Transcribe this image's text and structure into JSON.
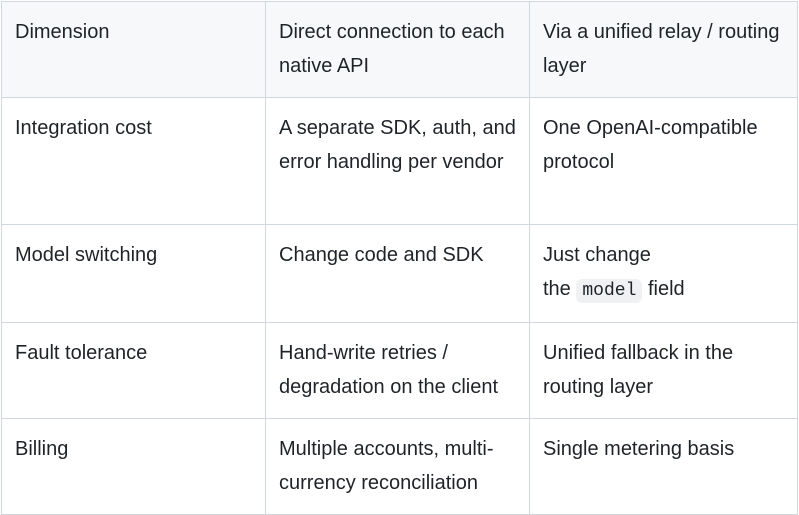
{
  "table": {
    "headers": [
      "Dimension",
      "Direct connection to each native API",
      "Via a unified relay / routing layer"
    ],
    "rows": [
      {
        "dimension": "Integration cost",
        "direct": "A separate SDK, auth, and error handling per vendor",
        "relay": "One OpenAI-compatible protocol"
      },
      {
        "dimension": "Model switching",
        "direct": "Change code and SDK",
        "relay_prefix": "Just change the",
        "relay_code": "model",
        "relay_suffix": "field"
      },
      {
        "dimension": "Fault tolerance",
        "direct": "Hand-write retries / degradation on the client",
        "relay": "Unified fallback in the routing layer"
      },
      {
        "dimension": "Billing",
        "direct": "Multiple accounts, multi-currency reconciliation",
        "relay": "Single metering basis"
      }
    ]
  }
}
